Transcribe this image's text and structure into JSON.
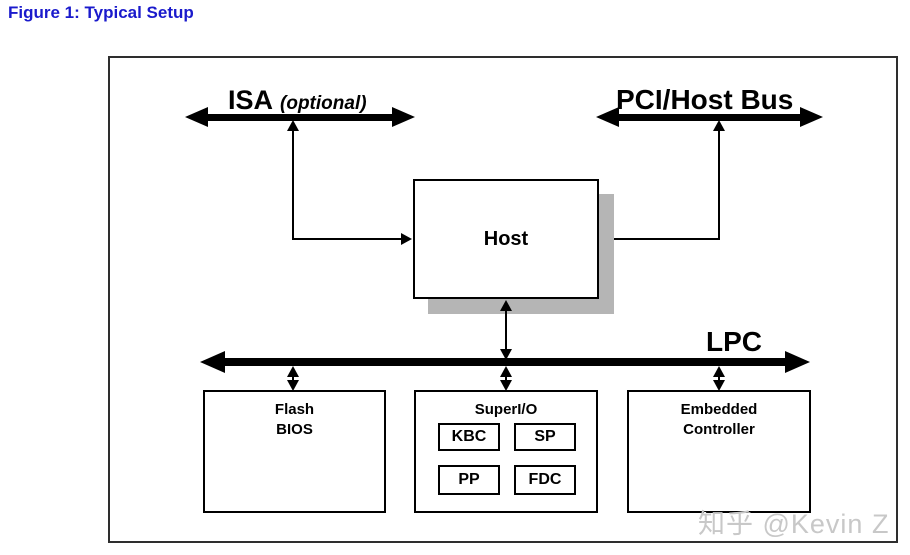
{
  "figure": {
    "title": "Figure 1: Typical Setup"
  },
  "buses": {
    "isa": {
      "name": "ISA",
      "qualifier": "(optional)"
    },
    "pci": {
      "name": "PCI/Host Bus"
    },
    "lpc": {
      "name": "LPC"
    }
  },
  "blocks": {
    "host": {
      "label": "Host"
    },
    "flash_bios": {
      "line1": "Flash",
      "line2": "BIOS"
    },
    "superio": {
      "label": "SuperI/O",
      "sub": {
        "kbc": "KBC",
        "sp": "SP",
        "pp": "PP",
        "fdc": "FDC"
      }
    },
    "embedded_controller": {
      "line1": "Embedded",
      "line2": "Controller"
    }
  },
  "watermark": {
    "text": "知乎 @Kevin Z"
  },
  "colors": {
    "title_blue": "#1a1acc",
    "line_black": "#000000",
    "host_shadow_gray": "#b5b5b5",
    "frame_gray": "#2e2e2e",
    "watermark_gray": "#c8c8c8"
  }
}
